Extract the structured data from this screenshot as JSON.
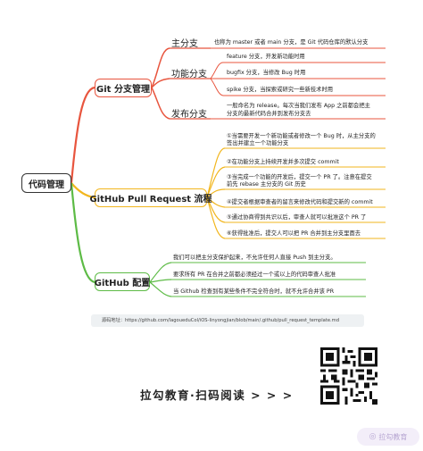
{
  "root": {
    "label": "代码管理"
  },
  "branches": [
    {
      "label": "Git 分支管理",
      "color": "#e8553e",
      "children": [
        {
          "label": "主分支",
          "leaves": [
            "也称为 master 或者 main 分支，是 Git 代码仓库的默认分支"
          ]
        },
        {
          "label": "功能分支",
          "leaves": [
            "feature 分支，开发新功能时用",
            "bugfix 分支，当修改 Bug 时用",
            "spike 分支，当探索或研究一些新技术时用"
          ]
        },
        {
          "label": "发布分支",
          "leaves": [
            "一般命名为 release。每次当我们发布 App 之前都会把主",
            "分支的最新代码合并到发布分支去"
          ]
        }
      ]
    },
    {
      "label": "GitHub Pull Request 流程",
      "color": "#f2b61e",
      "steps": [
        [
          "①当需要开发一个新功能或者修改一个 Bug 时，从主分支的",
          "签出并建立一个功能分支"
        ],
        [
          "②在功能分支上持续开发并多次提交 commit"
        ],
        [
          "③当完成一个功能的开发后，提交一个 PR 了。注意在提交",
          "前先 rebase 主分支的 Git 历史"
        ],
        [
          "④提交者根据审查者的留言来修改代码和提交新的 commit"
        ],
        [
          "⑤通过协商得到共识以后，审查人就可以批准这个 PR 了"
        ],
        [
          "⑥获得批准后，提交人可以把 PR 合并到主分支里面去"
        ]
      ]
    },
    {
      "label": "GitHub 配置",
      "color": "#5dbb46",
      "leaves": [
        "我们可以把主分支保护起来，不允许任何人直接 Push 到主分支。",
        "要求所有 PR 在合并之前都必须经过一个或以上的代码审查人批准",
        "当 Github 检查到有某些条件不完全符合时，就不允许合并该 PR"
      ]
    }
  ],
  "source": "源码地址：https://github.com/lagoueduCol/iOS-linyongjian/blob/main/.github/pull_request_template.md",
  "footer": {
    "brand": "拉勾教育·扫码阅读 > > >",
    "badge": "拉勾教育",
    "badge_icon": "lagou-logo-icon"
  }
}
